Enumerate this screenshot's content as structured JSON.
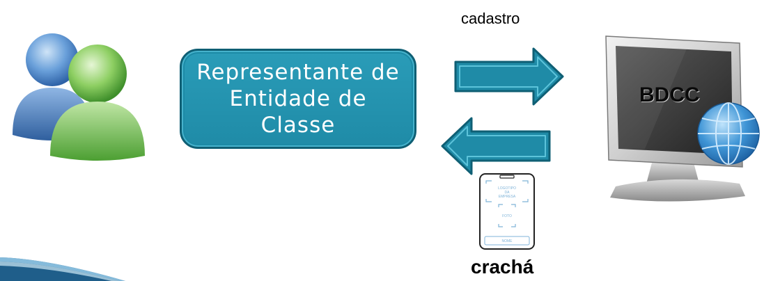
{
  "diagram": {
    "entity_box_text": "Representante de Entidade de Classe",
    "arrow_top_label": "cadastro",
    "badge_label": "crachá",
    "monitor_label": "BDCC",
    "badge": {
      "logo_text": "LOGOTIPO\nDA\nEMPRESA",
      "photo_text": "FOTO",
      "name_text": "NOME"
    }
  },
  "colors": {
    "accent": "#2a9cb8",
    "accent_dark": "#0f5f74",
    "people_blue": "#3f7fc7",
    "people_green": "#6cbf4a",
    "globe_blue": "#2f86d0"
  },
  "icons": {
    "people": "people-icon",
    "monitor": "monitor-icon",
    "globe": "globe-icon",
    "badge": "badge-icon"
  }
}
